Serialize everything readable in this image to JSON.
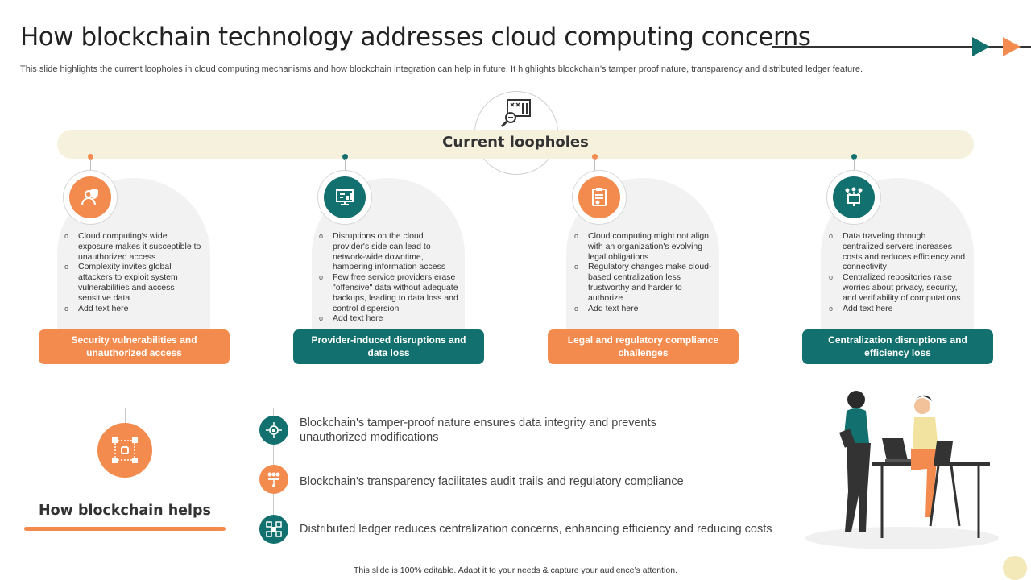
{
  "title": "How blockchain technology addresses cloud computing concerns",
  "subtitle": "This slide highlights the current loopholes in cloud computing mechanisms and how blockchain integration can help in future. It highlights blockchain’s tamper proof nature, transparency and distributed ledger feature.",
  "loopholes": {
    "label": "Current loopholes",
    "icon": "blocked-data-search-icon",
    "columns": [
      {
        "color": "orange",
        "icon": "user-shield-icon",
        "bullets": [
          "Cloud computing's wide exposure makes it susceptible to unauthorized access",
          "Complexity invites global attackers to exploit system vulnerabilities and access sensitive data",
          "Add text here"
        ],
        "label": "Security vulnerabilities and unauthorized access"
      },
      {
        "color": "teal",
        "icon": "server-disruption-icon",
        "bullets": [
          "Disruptions on the cloud provider's side can lead to network-wide downtime, hampering information access",
          "Few free service providers erase \"offensive\" data without adequate backups, leading to data loss and control dispersion",
          "Add text here"
        ],
        "label": "Provider-induced disruptions and data loss"
      },
      {
        "color": "orange",
        "icon": "compliance-clipboard-icon",
        "bullets": [
          "Cloud computing might not align with an organization's evolving legal obligations",
          "Regulatory changes make cloud-based centralization less trustworthy and harder to authorize",
          "Add text here"
        ],
        "label": "Legal and regulatory compliance challenges"
      },
      {
        "color": "teal",
        "icon": "centralized-network-icon",
        "bullets": [
          "Data traveling through centralized servers increases costs and reduces efficiency and connectivity",
          "Centralized repositories raise worries about privacy, security, and verifiability of computations",
          "Add text here"
        ],
        "label": "Centralization disruptions and efficiency loss"
      }
    ]
  },
  "blockchain": {
    "title": "How blockchain helps",
    "icon": "blockchain-network-icon",
    "benefits": [
      {
        "color": "teal",
        "icon": "tamper-proof-icon",
        "text": "Blockchain's tamper-proof nature ensures data integrity and prevents unauthorized modifications"
      },
      {
        "color": "orange",
        "icon": "transparency-icon",
        "text": "Blockchain's transparency facilitates audit trails and regulatory compliance"
      },
      {
        "color": "teal",
        "icon": "distributed-ledger-icon",
        "text": "Distributed ledger reduces centralization concerns, enhancing efficiency and reducing costs"
      }
    ]
  },
  "footer": "This slide is 100% editable.  Adapt it to your needs & capture your audience’s attention.",
  "colors": {
    "orange": "#f48b4e",
    "teal": "#12706e",
    "cream": "#f6f1dc"
  }
}
